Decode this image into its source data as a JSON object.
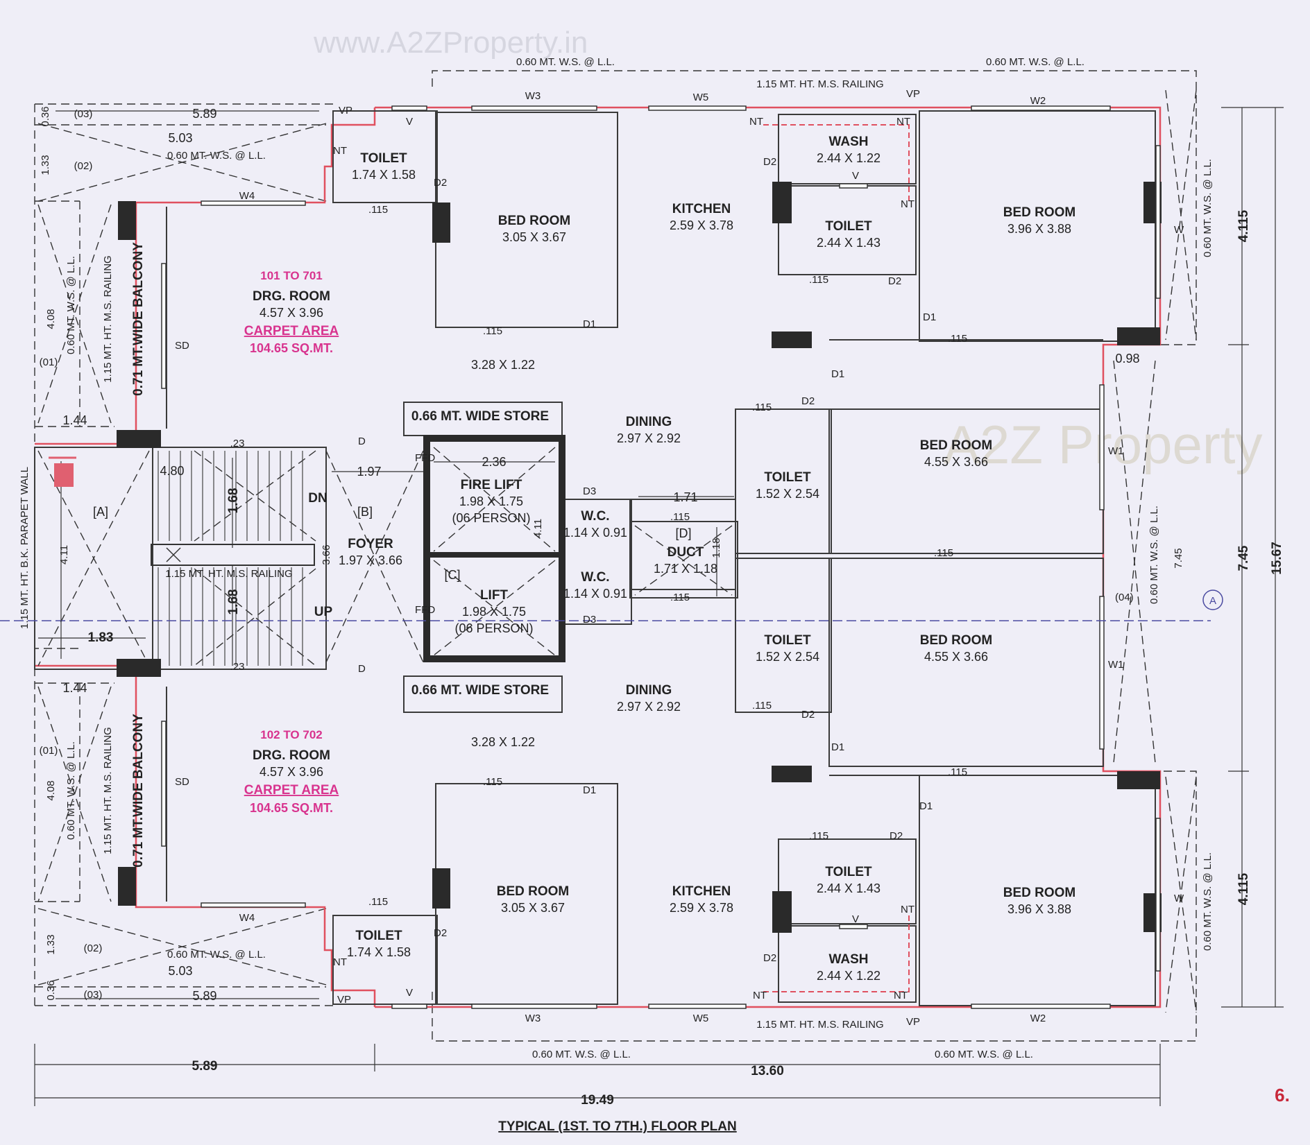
{
  "header": {
    "watermark": "www.A2ZProperty.in",
    "logo_text": "A2Z Property",
    "page_number": "6."
  },
  "title": "TYPICAL (1ST. TO 7TH.) FLOOR PLAN",
  "flats": {
    "upper": {
      "units": "101 TO 701",
      "drawing_room": "DRG. ROOM",
      "drawing_room_size": "4.57 X 3.96",
      "carpet_label": "CARPET AREA",
      "carpet_value": "104.65 SQ.MT."
    },
    "lower": {
      "units": "102 TO 702",
      "drawing_room": "DRG. ROOM",
      "drawing_room_size": "4.57 X 3.96",
      "carpet_label": "CARPET AREA",
      "carpet_value": "104.65 SQ.MT."
    }
  },
  "rooms": {
    "toilet_a": {
      "name": "TOILET",
      "size": "1.74 X 1.58"
    },
    "bed_a": {
      "name": "BED ROOM",
      "size": "3.05 X 3.67"
    },
    "kitchen": {
      "name": "KITCHEN",
      "size": "2.59 X 3.78"
    },
    "wash": {
      "name": "WASH",
      "size": "2.44 X 1.22"
    },
    "toilet_b": {
      "name": "TOILET",
      "size": "2.44 X 1.43"
    },
    "bed_c": {
      "name": "BED ROOM",
      "size": "3.96 X 3.88"
    },
    "passage": "3.28 X 1.22",
    "dining": {
      "name": "DINING",
      "size": "2.97 X 2.92"
    },
    "toilet_c": {
      "name": "TOILET",
      "size": "1.52 X 2.54"
    },
    "bed_b": {
      "name": "BED ROOM",
      "size": "4.55 X 3.66"
    },
    "store": "0.66 MT. WIDE STORE",
    "fire_lift": {
      "name": "FIRE LIFT",
      "size": "1.98 X 1.75",
      "cap": "(06 PERSON)"
    },
    "lift": {
      "tag": "[C]",
      "name": "LIFT",
      "size": "1.98 X 1.75",
      "cap": "(06 PERSON)"
    },
    "foyer": {
      "tag": "[B]",
      "name": "FOYER",
      "size": "1.97 X 3.66"
    },
    "duct": {
      "tag": "[D]",
      "name": "DUCT",
      "size": "1.71 X 1.18"
    },
    "wc": {
      "name": "W.C.",
      "size": "1.14 X 0.91"
    },
    "stair": {
      "tag": "[A]",
      "railing": "1.15 MT. HT. M.S. RAILING",
      "dn": "DN",
      "up": "UP"
    }
  },
  "labels": {
    "ws": "0.60 MT. W.S. @ L.L.",
    "ms_rail": "1.15 MT. HT. M.S. RAILING",
    "balcony": "0.71 MT.WIDE BALCONY",
    "parapet": "1.15 MT. HT. B.K. PARAPET WALL",
    "w2": "W2",
    "w3": "W3",
    "w4": "W4",
    "w5": "W5",
    "w": "W",
    "w1": "W1",
    "d1": "D1",
    "d2": "D2",
    "d3": "D3",
    "d": "D",
    "v": "V",
    "vp": "VP",
    "nt": "NT",
    "sd": "SD",
    "ffd": "FFD",
    "t115": ".115",
    "t23": ".23",
    "o1": "(01)",
    "o2": "(02)",
    "o3": "(03)",
    "o4": "(04)",
    "grid_a": "A"
  },
  "dims": {
    "d589": "5.89",
    "d503": "5.03",
    "d036": "0.36",
    "d133": "1.33",
    "d408": "4.08",
    "d144": "1.44",
    "d480": "4.80",
    "d183": "1.83",
    "d168": "1.68",
    "d197": "1.97",
    "d236": "2.36",
    "d411": "4.11",
    "d366": "3.66",
    "d171": "1.71",
    "d118": "1.18",
    "d098": "0.98",
    "d745": "7.45",
    "d4115": "4.115",
    "d1567": "15.67",
    "d1360": "13.60",
    "d1949": "19.49"
  }
}
